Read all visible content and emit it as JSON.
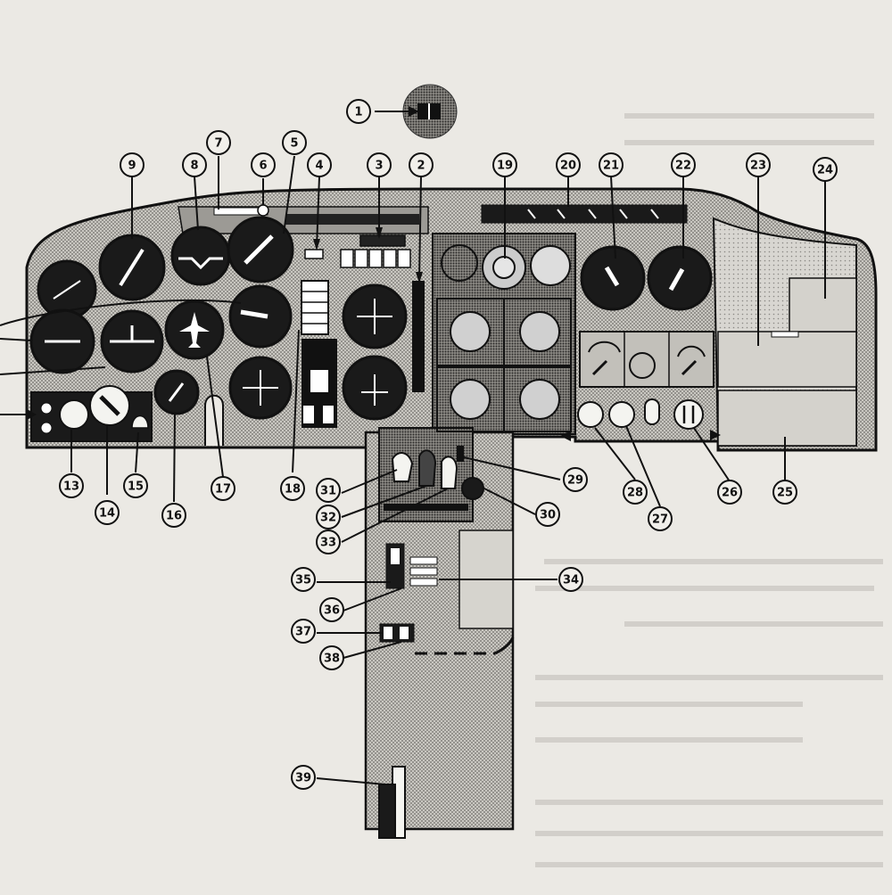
{
  "figure": {
    "title": "",
    "panel_description": "aircraft instrument panel line drawing with numbered callouts",
    "colors": {
      "paper": "#ebe9e4",
      "panel_fill": "#b9b7b1",
      "ink": "#111111",
      "instrument_face": "#1a1a1a",
      "white_knob": "#f4f4f0"
    }
  },
  "callouts": [
    {
      "id": "1",
      "label": "1"
    },
    {
      "id": "2",
      "label": "2"
    },
    {
      "id": "3",
      "label": "3"
    },
    {
      "id": "4",
      "label": "4"
    },
    {
      "id": "5",
      "label": "5"
    },
    {
      "id": "6",
      "label": "6"
    },
    {
      "id": "7",
      "label": "7"
    },
    {
      "id": "8",
      "label": "8"
    },
    {
      "id": "9",
      "label": "9"
    },
    {
      "id": "13",
      "label": "13"
    },
    {
      "id": "14",
      "label": "14"
    },
    {
      "id": "15",
      "label": "15"
    },
    {
      "id": "16",
      "label": "16"
    },
    {
      "id": "17",
      "label": "17"
    },
    {
      "id": "18",
      "label": "18"
    },
    {
      "id": "19",
      "label": "19"
    },
    {
      "id": "20",
      "label": "20"
    },
    {
      "id": "21",
      "label": "21"
    },
    {
      "id": "22",
      "label": "22"
    },
    {
      "id": "23",
      "label": "23"
    },
    {
      "id": "24",
      "label": "24"
    },
    {
      "id": "25",
      "label": "25"
    },
    {
      "id": "26",
      "label": "26"
    },
    {
      "id": "27",
      "label": "27"
    },
    {
      "id": "28",
      "label": "28"
    },
    {
      "id": "29",
      "label": "29"
    },
    {
      "id": "30",
      "label": "30"
    },
    {
      "id": "31",
      "label": "31"
    },
    {
      "id": "32",
      "label": "32"
    },
    {
      "id": "33",
      "label": "33"
    },
    {
      "id": "34",
      "label": "34"
    },
    {
      "id": "35",
      "label": "35"
    },
    {
      "id": "36",
      "label": "36"
    },
    {
      "id": "37",
      "label": "37"
    },
    {
      "id": "38",
      "label": "38"
    },
    {
      "id": "39",
      "label": "39"
    }
  ]
}
